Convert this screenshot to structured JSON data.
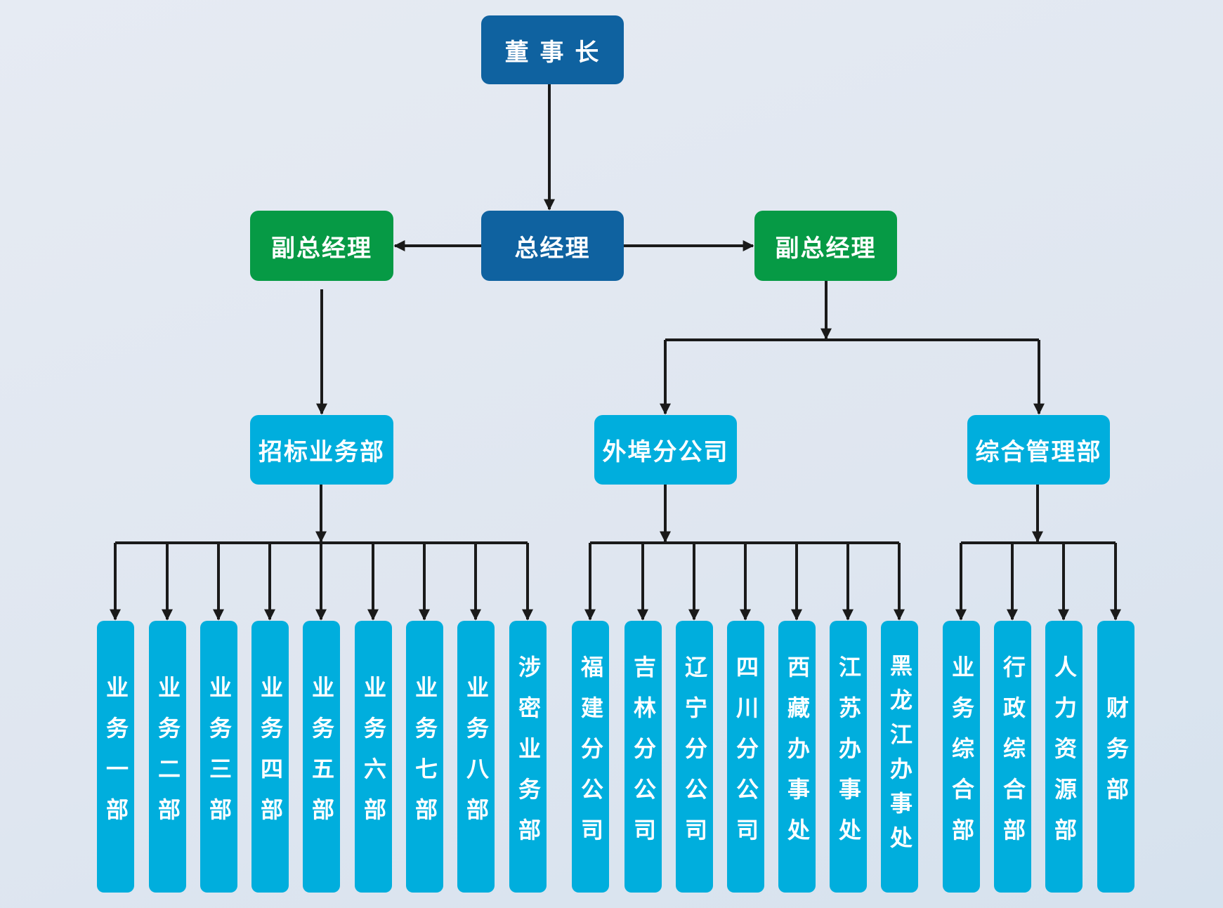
{
  "colors": {
    "top": "#0f62a0",
    "vice": "#069a45",
    "dept": "#00aedd",
    "line": "#1a1a1a"
  },
  "chairman": "董 事 长",
  "gm": "总经理",
  "vice_left": "副总经理",
  "vice_right": "副总经理",
  "departments": [
    "招标业务部",
    "外埠分公司",
    "综合管理部"
  ],
  "units": [
    {
      "group": 0,
      "label": "业务一部"
    },
    {
      "group": 0,
      "label": "业务二部"
    },
    {
      "group": 0,
      "label": "业务三部"
    },
    {
      "group": 0,
      "label": "业务四部"
    },
    {
      "group": 0,
      "label": "业务五部"
    },
    {
      "group": 0,
      "label": "业务六部"
    },
    {
      "group": 0,
      "label": "业务七部"
    },
    {
      "group": 0,
      "label": "业务八部"
    },
    {
      "group": 0,
      "label": "涉密业务部"
    },
    {
      "group": 1,
      "label": "福建分公司"
    },
    {
      "group": 1,
      "label": "吉林分公司"
    },
    {
      "group": 1,
      "label": "辽宁分公司"
    },
    {
      "group": 1,
      "label": "四川分公司"
    },
    {
      "group": 1,
      "label": "西藏办事处"
    },
    {
      "group": 1,
      "label": "江苏办事处"
    },
    {
      "group": 1,
      "label": "黑龙江办事处"
    },
    {
      "group": 2,
      "label": "业务综合部"
    },
    {
      "group": 2,
      "label": "行政综合部"
    },
    {
      "group": 2,
      "label": "人力资源部"
    },
    {
      "group": 2,
      "label": "财务部"
    }
  ]
}
